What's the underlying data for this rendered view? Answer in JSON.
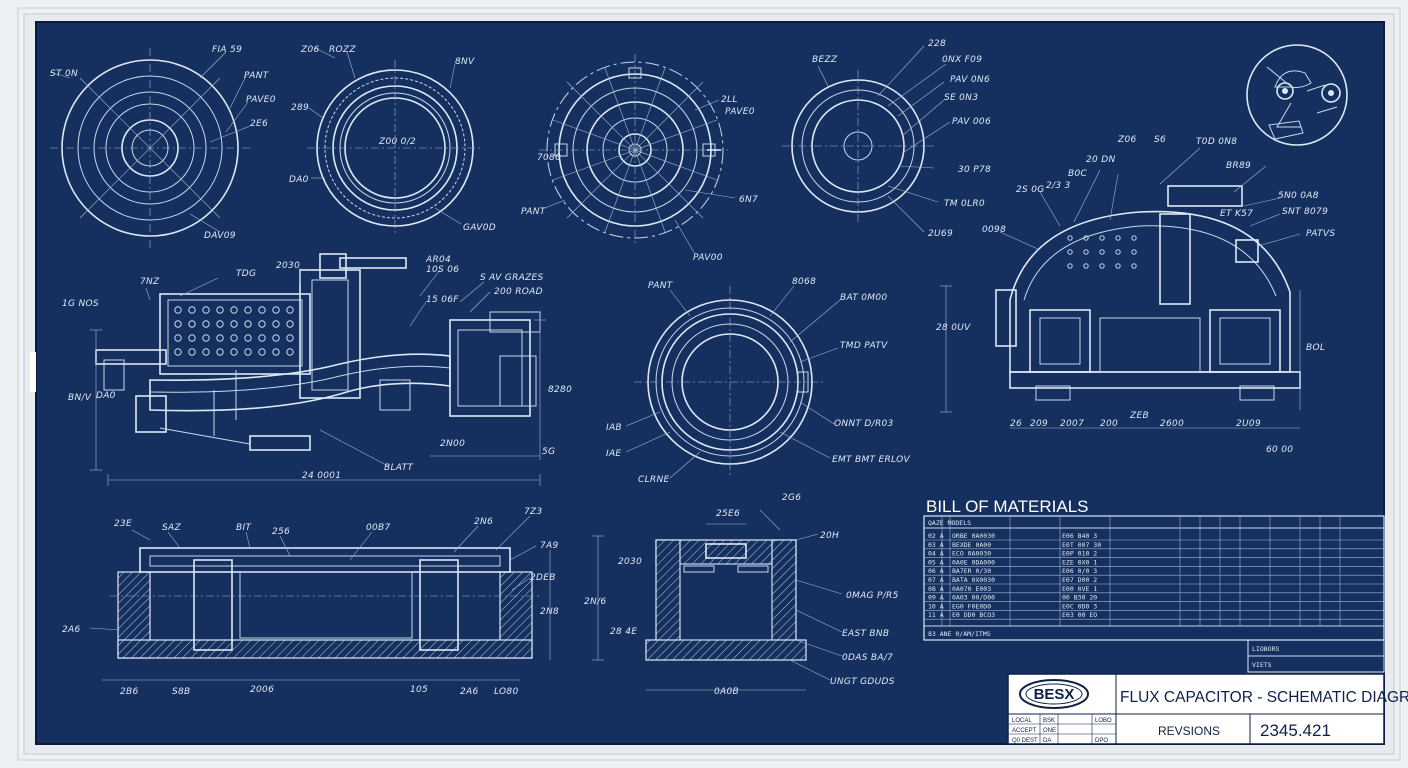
{
  "colors": {
    "paper": "#eef1f4",
    "blueprint": "#15305f",
    "line": "#dde8f6",
    "title_block": "#ffffff"
  },
  "views": {
    "v1": {
      "labels": [
        "ST 0N",
        "FIA 59",
        "PANT",
        "PAVE0",
        "2E6",
        "DAV09"
      ]
    },
    "v2": {
      "labels": [
        "Z06",
        "ROZZ",
        "8NV",
        "289",
        "Z00 0/2",
        "DA0",
        "GAV0D"
      ]
    },
    "v3": {
      "labels": [
        "7080",
        "PANT",
        "2LL",
        "PAVE0",
        "6N7",
        "PAV00"
      ]
    },
    "v4": {
      "labels": [
        "BEZZ",
        "228",
        "0NX F09",
        "PAV 0N6",
        "SE 0N3",
        "PAV 006",
        "30 P78",
        "TM 0LR0",
        "2U69"
      ]
    },
    "assembly": {
      "labels": [
        "7NZ",
        "TDG",
        "2030",
        "AR04",
        "10S 06",
        "S AV GRAZES",
        "200 ROAD",
        "15 06F",
        "1G NOS",
        "BN/V",
        "8280",
        "2N00",
        "DA0",
        "5G",
        "24 0001",
        "BLATT"
      ]
    },
    "ring_center": {
      "labels": [
        "PANT",
        "8068",
        "BAT 0M00",
        "TMD PATV",
        "IAB",
        "IAE",
        "ONNT D/R03",
        "EMT BMT ERLOV",
        "CLRNE"
      ]
    },
    "cutaway": {
      "labels": [
        "Z06",
        "S6",
        "T0D 0N8",
        "20 DN",
        "B0C",
        "2/3 3",
        "2S 0G",
        "BR89",
        "5N0 0A8",
        "ET K57",
        "SNT 8079",
        "PATVS",
        "0098",
        "28 0UV",
        "BOL",
        "26",
        "ZEB",
        "209",
        "2600",
        "2007",
        "2U09",
        "60 00",
        "200"
      ]
    },
    "section_left": {
      "labels": [
        "23E",
        "SAZ",
        "BIT",
        "256",
        "00B7",
        "2N6",
        "7Z3",
        "7A9",
        "2DEB",
        "2A6",
        "2B6",
        "2N8",
        "S8B",
        "2006",
        "105",
        "2A6",
        "LO80"
      ]
    },
    "section_mid": {
      "labels": [
        "25E6",
        "2G6",
        "2030",
        "28 4E",
        "2N/6",
        "20H",
        "0MAG P/R5",
        "EAST BNB",
        "0DAS BA/7",
        "0A0B",
        "UNGT GDUDS"
      ]
    },
    "bom": {
      "title": "BILL OF MATERIALS",
      "subheader": "QAZE MODELS",
      "footer": "83 ANE 0/AM/ITMS",
      "note_1": "LIOBORS",
      "note_2": "VIETS",
      "rows": [
        [
          "02 A",
          "ORBE 0A0030",
          "E06 B40 3"
        ],
        [
          "03 A",
          "BEXDE 0A00",
          "E0T 007 30"
        ],
        [
          "04 A",
          "ECO 0A0030",
          "E0P 010 2"
        ],
        [
          "05 A",
          "0A0E 0DA000",
          "EZE 0X0 1"
        ],
        [
          "06 A",
          "BA7ER 0/30",
          "E06 0/0 3"
        ],
        [
          "07 A",
          "BATA 0X0030",
          "E07 D00 2"
        ],
        [
          "08 A",
          "0A070 E003",
          "E00 0VE 1"
        ],
        [
          "09 A",
          "0A03 00/D00",
          "00 B30 20"
        ],
        [
          "10 A",
          "EG0 F0E0D0",
          "E0C 0D0 3"
        ],
        [
          "11 A",
          "E0 DD0 BCO3",
          "E03 00 EO"
        ]
      ]
    },
    "title_block": {
      "logo": "BESX",
      "title": "FLUX CAPACITOR - SCHEMATIC DIAGRAM",
      "revisions": "REVSIONS",
      "number": "2345.421",
      "cells": [
        "LOCAL",
        "BSK",
        "LOBO",
        "ACCEPT",
        "ONE",
        "Q0 DEST",
        "DA",
        "DPO"
      ]
    }
  }
}
